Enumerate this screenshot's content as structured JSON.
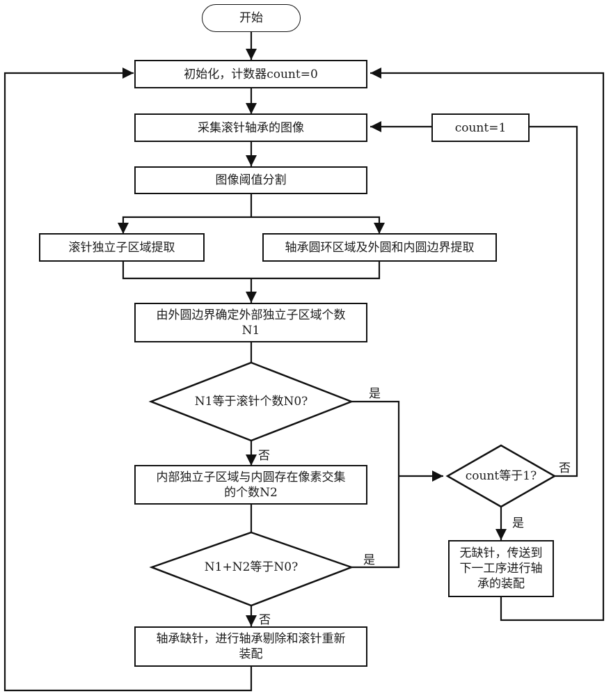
{
  "flowchart": {
    "start": "开始",
    "init": "初始化，计数器count=0",
    "acquire": "采集滚针轴承的图像",
    "count_set": "count=1",
    "threshold": "图像阈值分割",
    "needle_extract": "滚针独立子区域提取",
    "ring_extract": "轴承圆环区域及外圆和内圆边界提取",
    "outer_count_line1": "由外圆边界确定外部独立子区域个数",
    "outer_count_line2": "N1",
    "decision_n1": "N1等于滚针个数N0?",
    "inner_count_line1": "内部独立子区域与内圆存在像素交集",
    "inner_count_line2": "的个数N2",
    "decision_sum": "N1+N2等于N0?",
    "reject_line1": "轴承缺针，进行轴承剔除和滚针重新",
    "reject_line2": "装配",
    "decision_count": "count等于1?",
    "pass_line1": "无缺针，传送到",
    "pass_line2": "下一工序进行轴",
    "pass_line3": "承的装配",
    "labels": {
      "yes": "是",
      "no": "否"
    }
  }
}
